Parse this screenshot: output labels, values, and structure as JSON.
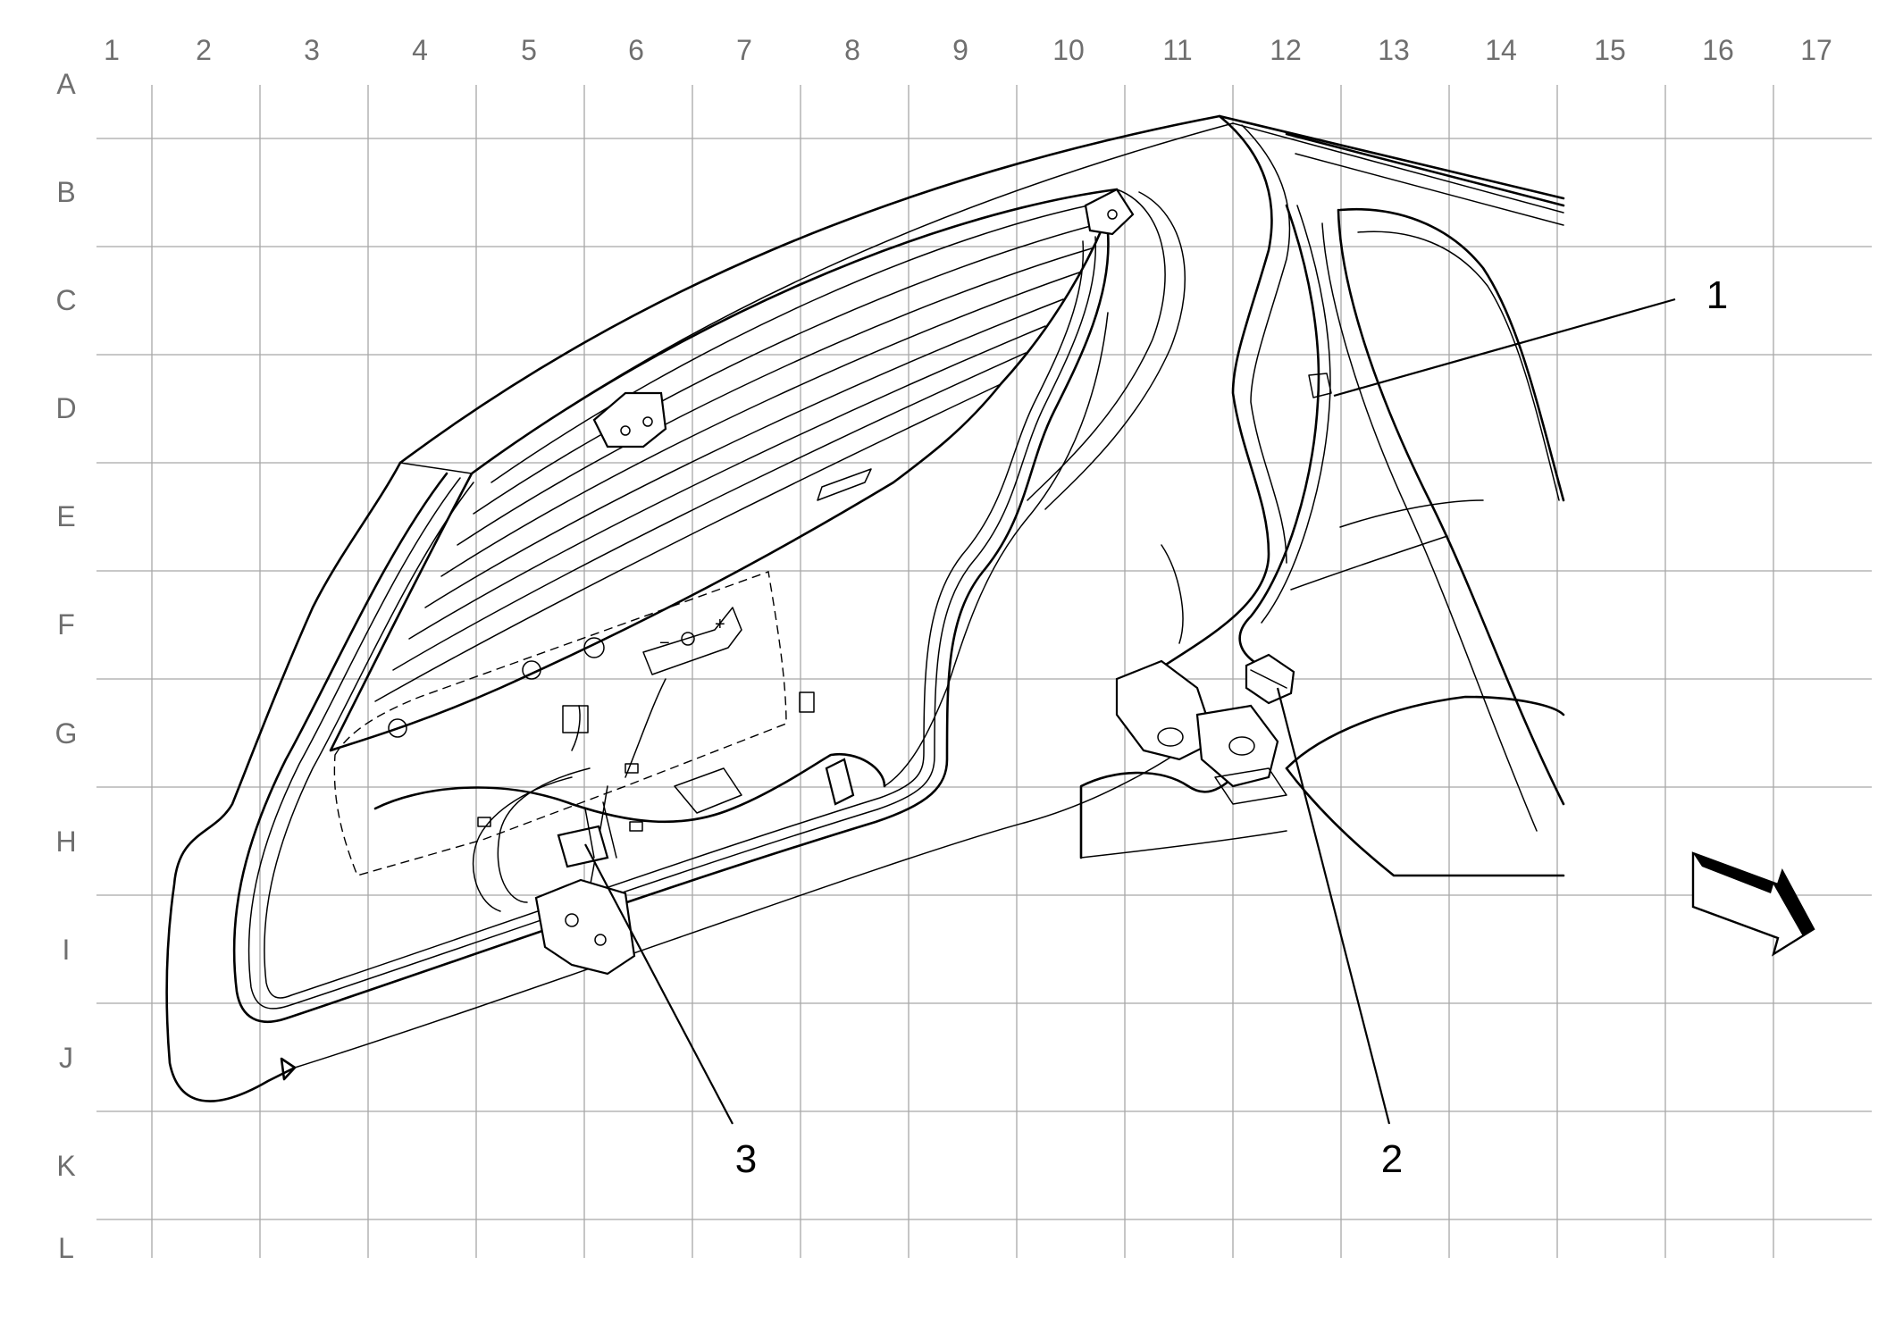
{
  "grid": {
    "columns": [
      "1",
      "2",
      "3",
      "4",
      "5",
      "6",
      "7",
      "8",
      "9",
      "10",
      "11",
      "12",
      "13",
      "14",
      "15",
      "16",
      "17"
    ],
    "rows": [
      "A",
      "B",
      "C",
      "D",
      "E",
      "F",
      "G",
      "H",
      "I",
      "J",
      "K",
      "L"
    ]
  },
  "callouts": [
    {
      "id": "1",
      "label": "1"
    },
    {
      "id": "2",
      "label": "2"
    },
    {
      "id": "3",
      "label": "3"
    }
  ],
  "icons": {
    "front_arrow": "vehicle-front-direction-arrow-icon"
  },
  "colors": {
    "line": "#000000",
    "grid": "#a8a8a8",
    "grid_label": "#6f6f6f"
  }
}
